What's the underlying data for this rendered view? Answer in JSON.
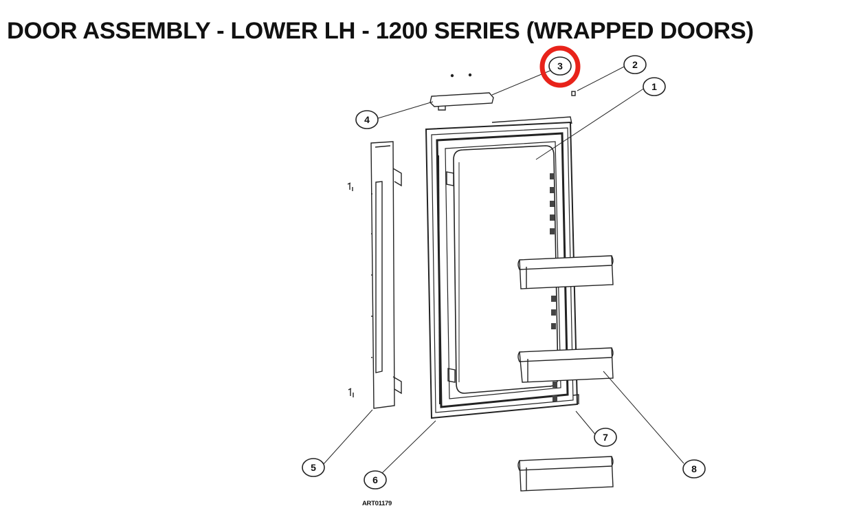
{
  "title": "DOOR ASSEMBLY - LOWER LH - 1200 SERIES (WRAPPED DOORS)",
  "art_code": "ART01179",
  "callouts": [
    "1",
    "2",
    "3",
    "4",
    "5",
    "6",
    "7",
    "8"
  ],
  "highlighted_callout": "3",
  "colors": {
    "highlight": "#e8231a",
    "line": "#222222"
  }
}
